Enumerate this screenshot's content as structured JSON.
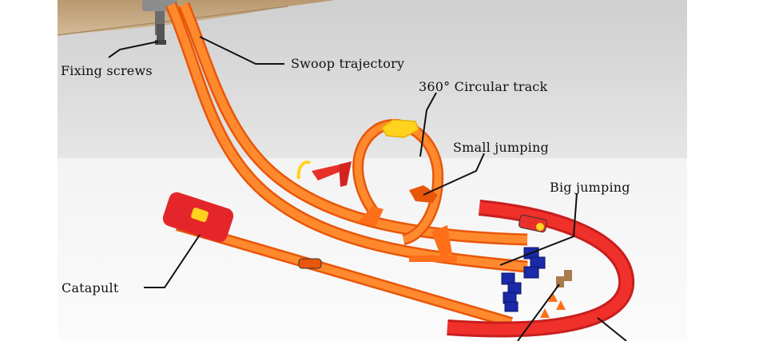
{
  "figure": {
    "labels": {
      "fixing_screws": "Fixing screws",
      "swoop_trajectory": "Swoop trajectory",
      "circular_track": "360° Circular track",
      "small_jumping": "Small jumping",
      "big_jumping": "Big jumping",
      "catapult": "Catapult"
    },
    "colors": {
      "track_orange": "#ff7a1f",
      "track_orange_dark": "#e8560a",
      "track_red": "#f0302a",
      "launcher_red": "#e4262a",
      "ramp_yellow": "#ffd21e",
      "block_blue": "#1a2aa8",
      "wall_grey": "#d9d9d9",
      "table_brown": "#c2a57f",
      "floor": "#f4f4f4"
    }
  }
}
